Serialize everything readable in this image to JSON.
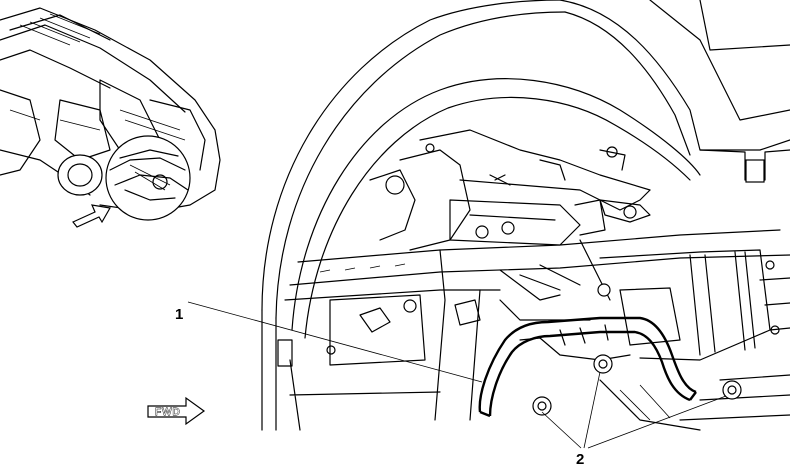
{
  "callouts": {
    "one": "1",
    "two": "2"
  },
  "direction_arrow": {
    "label": "FWD"
  },
  "icons": [
    "vehicle-locator-view",
    "forward-direction-arrow",
    "bracket-part",
    "bolt-fastener"
  ]
}
